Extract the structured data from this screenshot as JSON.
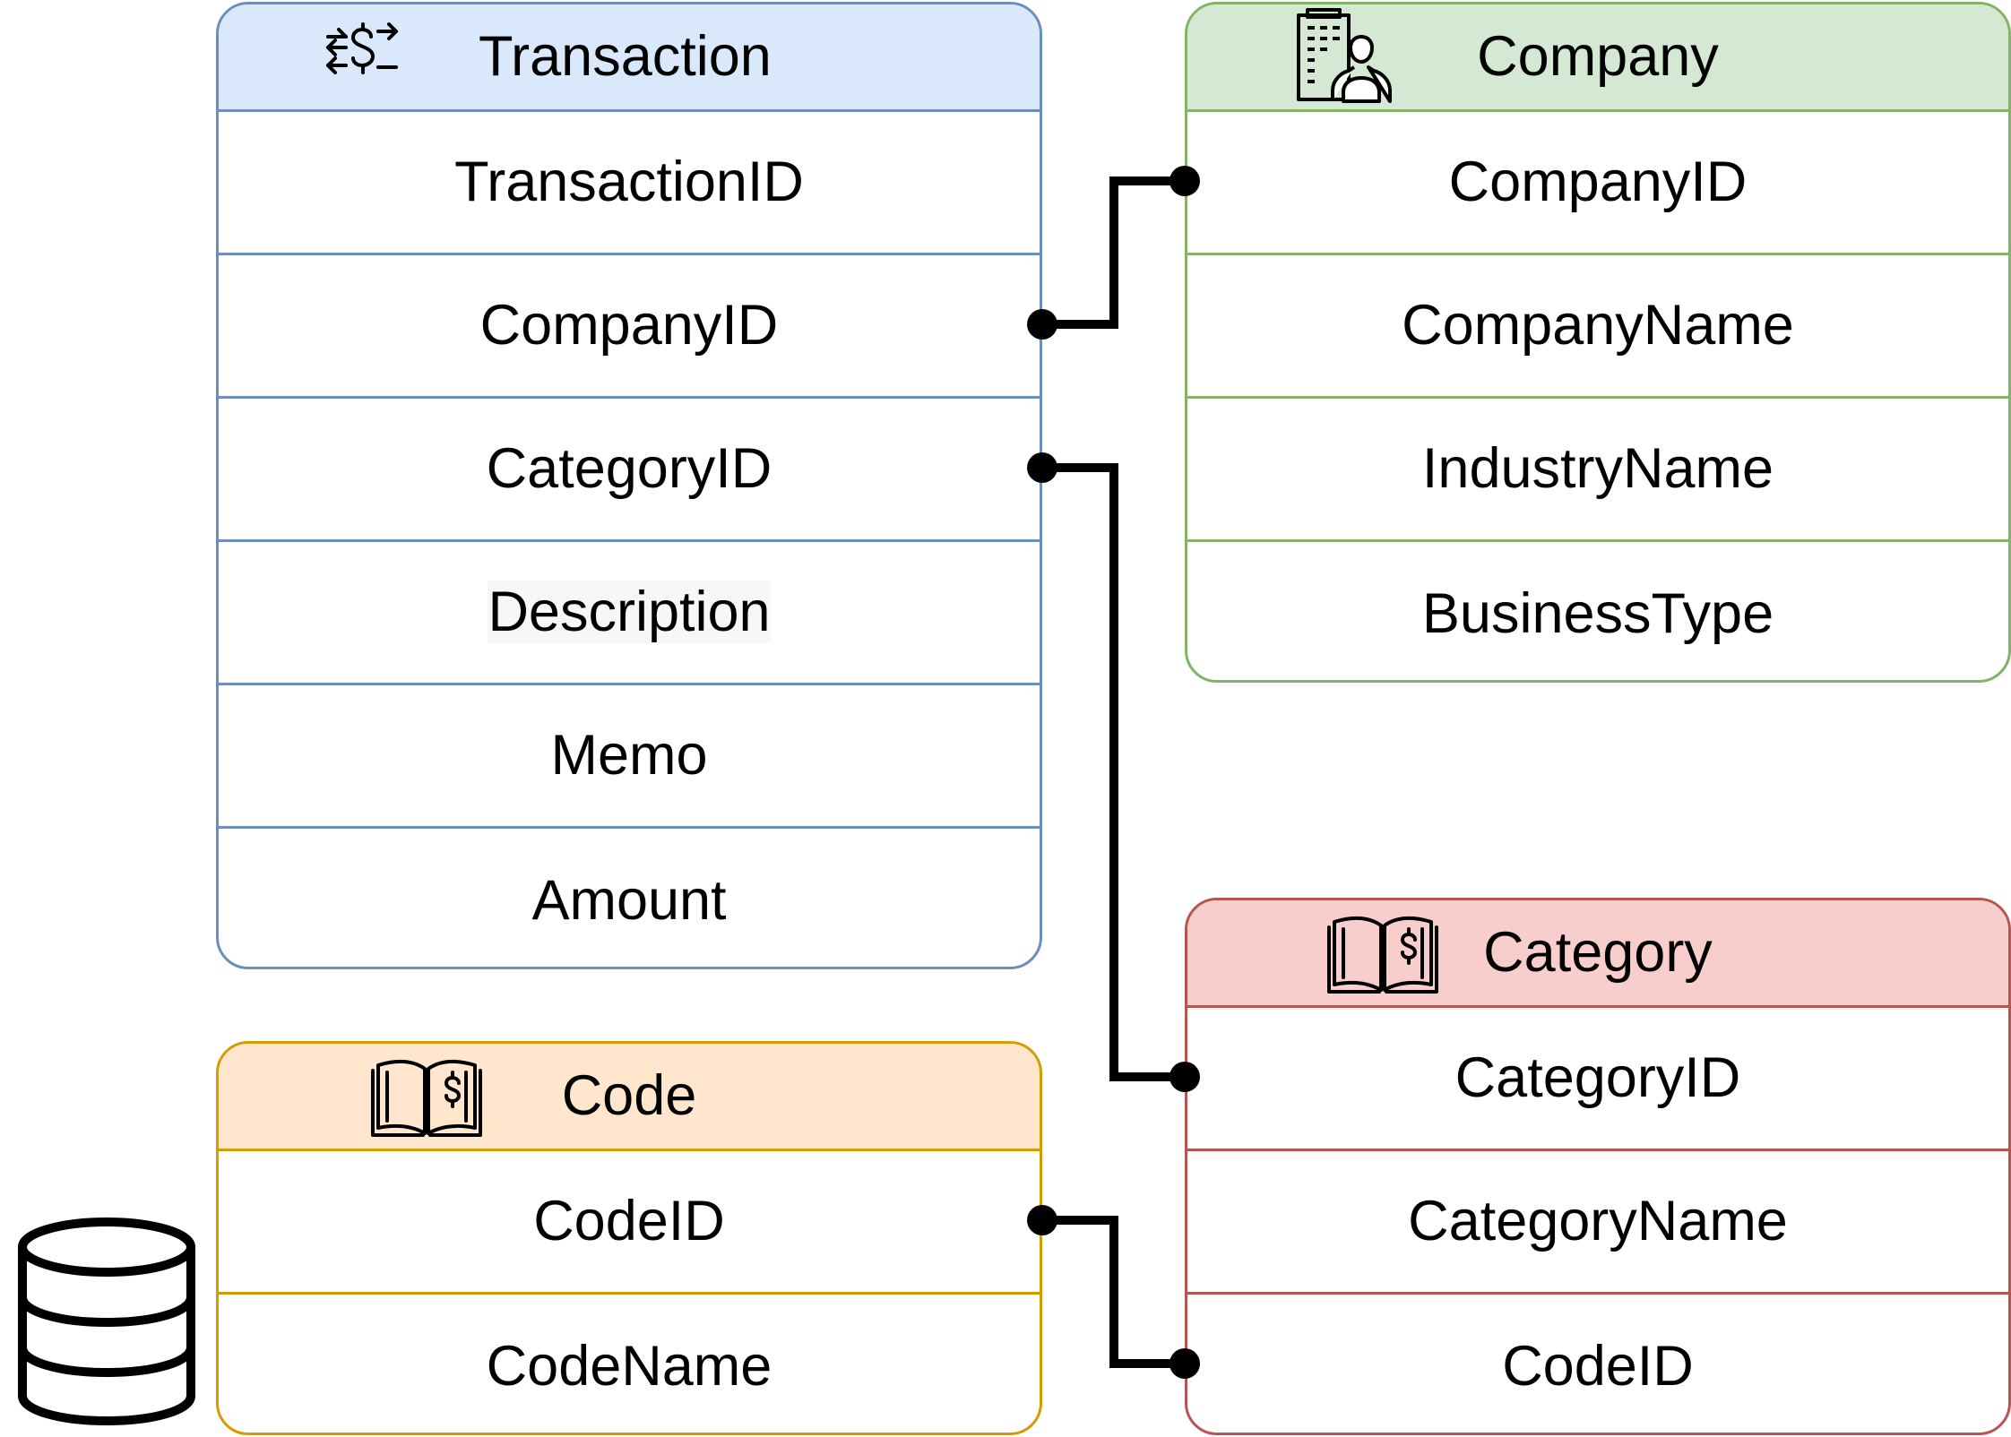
{
  "entities": {
    "transaction": {
      "title": "Transaction",
      "icon": "money-transfer-icon",
      "fields": [
        "TransactionID",
        "CompanyID",
        "CategoryID",
        "Description",
        "Memo",
        "Amount"
      ]
    },
    "company": {
      "title": "Company",
      "icon": "office-building-people-icon",
      "fields": [
        "CompanyID",
        "CompanyName",
        "IndustryName",
        "BusinessType"
      ]
    },
    "category": {
      "title": "Category",
      "icon": "ledger-book-dollar-icon",
      "fields": [
        "CategoryID",
        "CategoryName",
        "CodeID"
      ]
    },
    "code": {
      "title": "Code",
      "icon": "ledger-book-dollar-icon",
      "fields": [
        "CodeID",
        "CodeName"
      ]
    }
  },
  "relationships": [
    {
      "from": "transaction.CompanyID",
      "to": "company.CompanyID"
    },
    {
      "from": "transaction.CategoryID",
      "to": "category.CategoryID"
    },
    {
      "from": "code.CodeID",
      "to": "category.CodeID"
    }
  ],
  "decorations": {
    "database_icon": "database-icon"
  },
  "colors": {
    "transaction_fill": "#dae8fc",
    "transaction_stroke": "#6c8ebf",
    "company_fill": "#d5e8d4",
    "company_stroke": "#82b366",
    "category_fill": "#f8cecc",
    "category_stroke": "#b85450",
    "code_fill": "#ffe6cc",
    "code_stroke": "#d79b00",
    "connector": "#000000"
  }
}
